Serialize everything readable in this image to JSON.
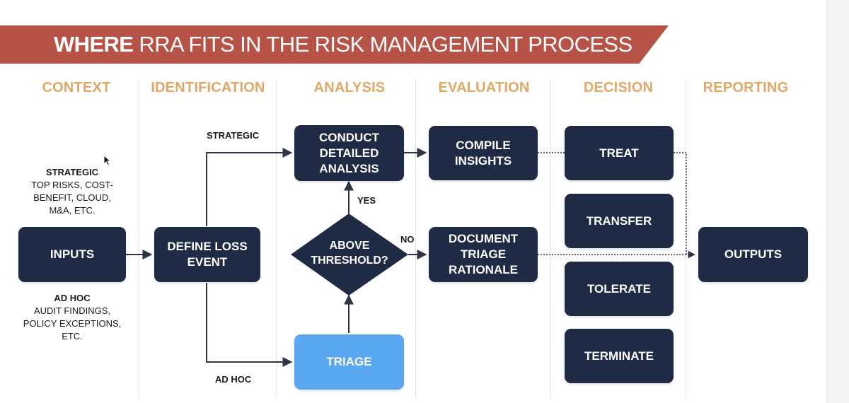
{
  "title": {
    "bold": "WHERE",
    "rest": "RRA FITS IN THE RISK MANAGEMENT PROCESS"
  },
  "columns": [
    "CONTEXT",
    "IDENTIFICATION",
    "ANALYSIS",
    "EVALUATION",
    "DECISION",
    "REPORTING"
  ],
  "context": {
    "strategic_heading": "STRATEGIC",
    "strategic_text": "TOP RISKS, COST-\nBENEFIT, CLOUD,\nM&A, ETC.",
    "adhoc_heading": "AD HOC",
    "adhoc_text": "AUDIT FINDINGS,\nPOLICY EXCEPTIONS,\nETC."
  },
  "nodes": {
    "inputs": "INPUTS",
    "define_loss_event": "DEFINE LOSS\nEVENT",
    "conduct_analysis": "CONDUCT\nDETAILED\nANALYSIS",
    "above_threshold": "ABOVE\nTHRESHOLD?",
    "triage": "TRIAGE",
    "compile_insights": "COMPILE\nINSIGHTS",
    "document_triage": "DOCUMENT\nTRIAGE\nRATIONALE",
    "treat": "TREAT",
    "transfer": "TRANSFER",
    "tolerate": "TOLERATE",
    "terminate": "TERMINATE",
    "outputs": "OUTPUTS"
  },
  "edge_labels": {
    "strategic": "STRATEGIC",
    "ad_hoc": "AD HOC",
    "yes": "YES",
    "no": "NO"
  },
  "colors": {
    "banner": "#b75346",
    "column_heading": "#e0a867",
    "node": "#1f2a44",
    "triage_node": "#5aa8f2",
    "connector": "#2d3444"
  }
}
